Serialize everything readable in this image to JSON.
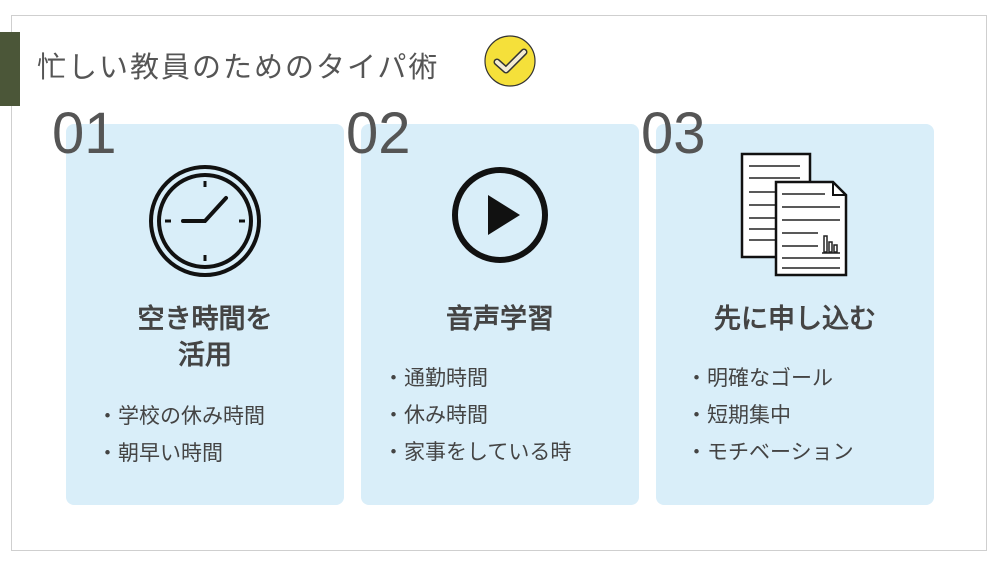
{
  "title": "忙しい教員のためのタイパ術",
  "cards": [
    {
      "number": "01",
      "icon": "clock-icon",
      "heading_lines": [
        "空き時間を",
        "活用"
      ],
      "bullets": [
        "・学校の休み時間",
        "・朝早い時間"
      ]
    },
    {
      "number": "02",
      "icon": "play-icon",
      "heading_lines": [
        "音声学習"
      ],
      "bullets": [
        "・通勤時間",
        "・休み時間",
        "・家事をしている時"
      ]
    },
    {
      "number": "03",
      "icon": "documents-icon",
      "heading_lines": [
        "先に申し込む"
      ],
      "bullets": [
        "・明確なゴール",
        "・短期集中",
        "・モチベーション"
      ]
    }
  ],
  "colors": {
    "accent": "#4b5638",
    "card": "#d9eef9",
    "check": "#f5e03a"
  }
}
